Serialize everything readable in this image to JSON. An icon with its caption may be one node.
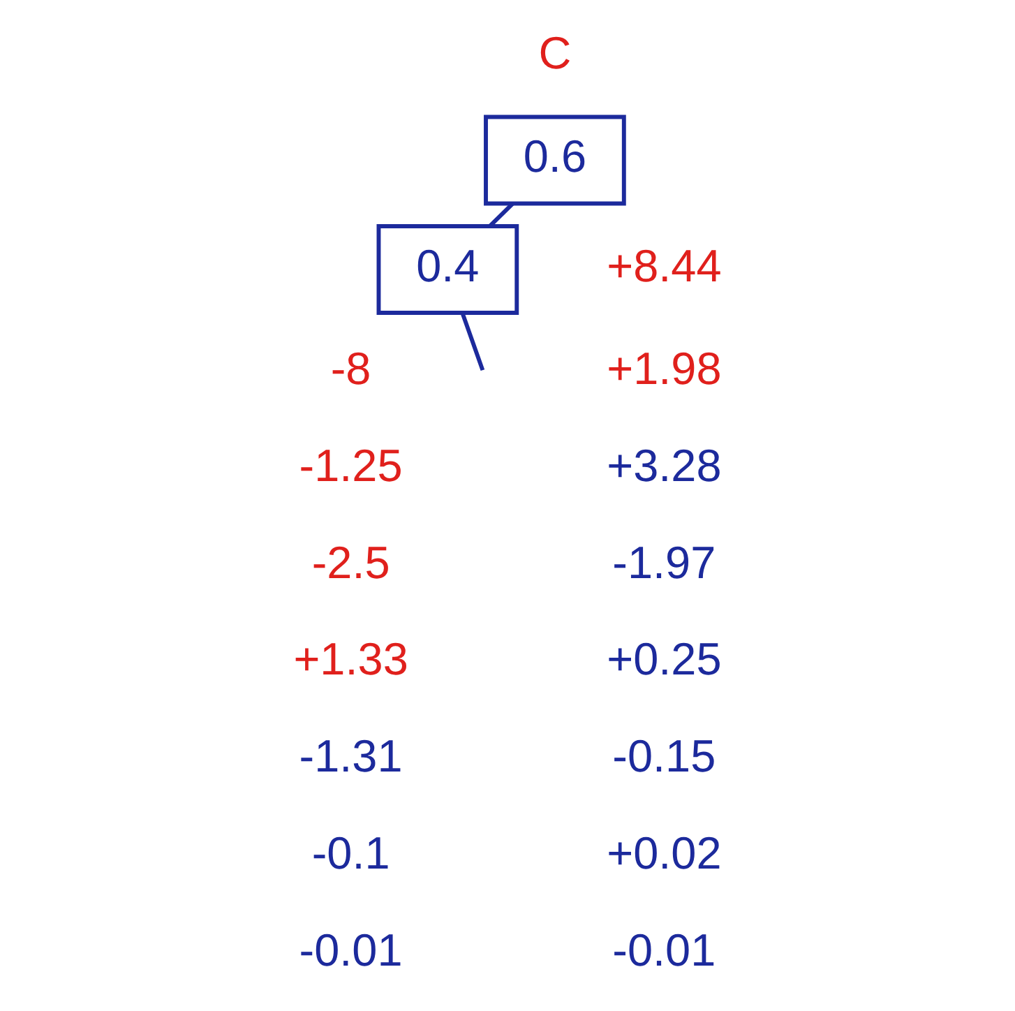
{
  "diagram": {
    "nodes": [
      {
        "text": [
          "0.6"
        ]
      },
      {
        "text": [
          "0.4"
        ]
      }
    ],
    "edges": [
      {
        "from": 0,
        "to": 1,
        "arrow": "none"
      },
      {
        "from": 1,
        "to": null,
        "arrow": "none"
      }
    ],
    "labels": [
      "C",
      "+8.44",
      "+1.98",
      "+3.28",
      "-1.97",
      "+0.25",
      "-0.15",
      "+0.02",
      "-0.01",
      "-8",
      "-1.25",
      "-2.5",
      "+1.33",
      "-1.31",
      "-0.1",
      "-0.01"
    ]
  }
}
